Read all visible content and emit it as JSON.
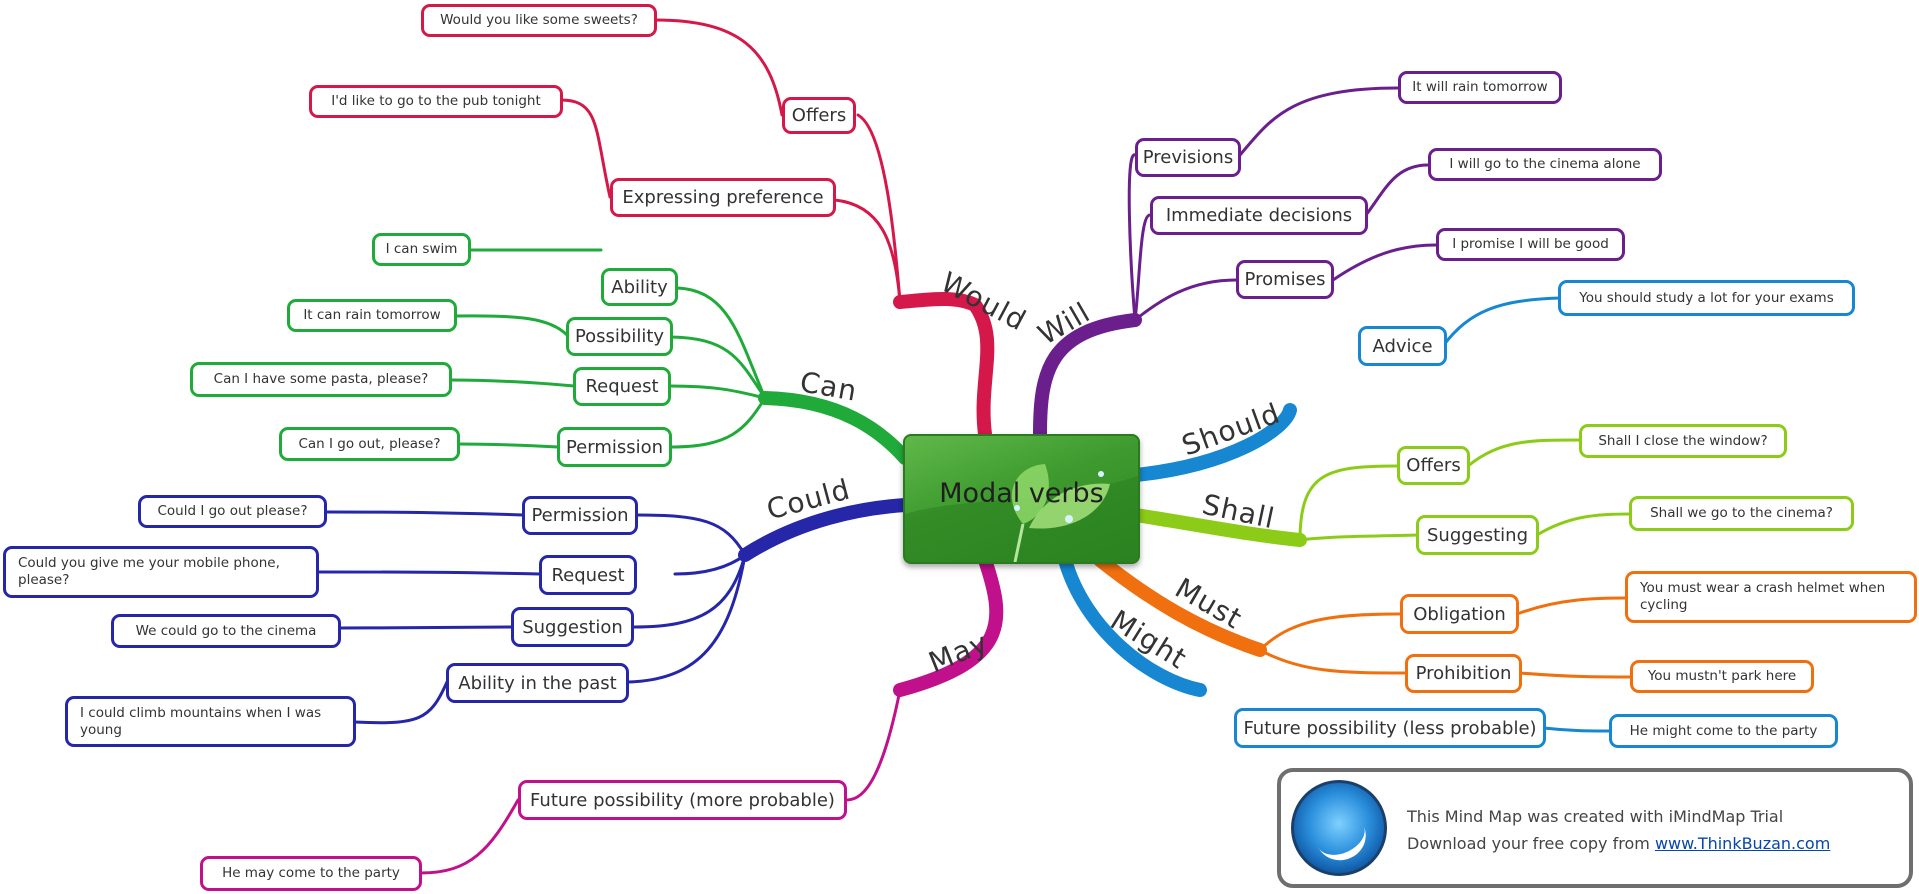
{
  "center": {
    "title": "Modal verbs"
  },
  "colors": {
    "would": "#d4184a",
    "will": "#6a1f8c",
    "can": "#1faa3a",
    "could": "#2626a8",
    "should": "#1687d0",
    "shall": "#8ccc18",
    "must": "#f07010",
    "might": "#1687d0",
    "may": "#c0108c"
  },
  "branches": {
    "would": {
      "label": "Would",
      "items": [
        {
          "label": "Offers",
          "example": "Would you like some sweets?"
        },
        {
          "label": "Expressing preference",
          "example": "I'd like to go to the pub tonight"
        }
      ]
    },
    "will": {
      "label": "Will",
      "items": [
        {
          "label": "Previsions",
          "example": "It will rain tomorrow"
        },
        {
          "label": "Immediate decisions",
          "example": "I will go to the cinema alone"
        },
        {
          "label": "Promises",
          "example": "I promise I will be good"
        }
      ]
    },
    "can": {
      "label": "Can",
      "items": [
        {
          "label": "Ability",
          "example": "I can swim"
        },
        {
          "label": "Possibility",
          "example": "It can rain tomorrow"
        },
        {
          "label": "Request",
          "example": "Can I have some pasta, please?"
        },
        {
          "label": "Permission",
          "example": "Can I go out, please?"
        }
      ]
    },
    "could": {
      "label": "Could",
      "items": [
        {
          "label": "Permission",
          "example": "Could I go out please?"
        },
        {
          "label": "Request",
          "example": "Could you give me your mobile phone, please?"
        },
        {
          "label": "Suggestion",
          "example": "We could go to the cinema"
        },
        {
          "label": "Ability in the past",
          "example": "I could climb mountains when I was young"
        }
      ]
    },
    "should": {
      "label": "Should",
      "items": [
        {
          "label": "Advice",
          "example": "You should study a lot for your exams"
        }
      ]
    },
    "shall": {
      "label": "Shall",
      "items": [
        {
          "label": "Offers",
          "example": "Shall I close the window?"
        },
        {
          "label": "Suggesting",
          "example": "Shall we go to the cinema?"
        }
      ]
    },
    "must": {
      "label": "Must",
      "items": [
        {
          "label": "Obligation",
          "example": "You must wear a crash helmet when cycling"
        },
        {
          "label": "Prohibition",
          "example": "You mustn't park here"
        }
      ]
    },
    "might": {
      "label": "Might",
      "items": [
        {
          "label": "Future possibility (less probable)",
          "example": "He might come to the party"
        }
      ]
    },
    "may": {
      "label": "May",
      "items": [
        {
          "label": "Future possibility (more probable)",
          "example": "He may come to the party"
        }
      ]
    }
  },
  "trial_notice": {
    "line1": "This Mind Map was created with iMindMap Trial",
    "line2_prefix": "Download your free copy from ",
    "link": "www.ThinkBuzan.com"
  }
}
